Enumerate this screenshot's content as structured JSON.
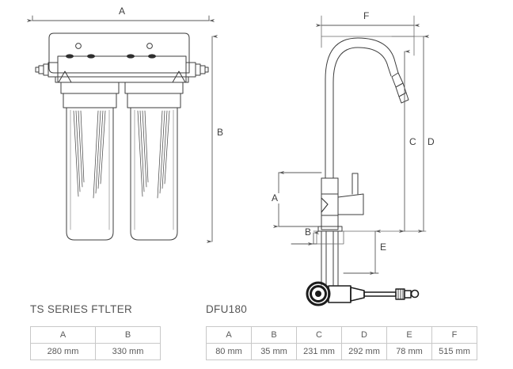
{
  "drawing": {
    "left_product": {
      "caption": "TS SERIES FTLTER",
      "dimension_labels": {
        "A": "A",
        "B": "B"
      },
      "table": {
        "headers": [
          "A",
          "B"
        ],
        "values": [
          "280 mm",
          "330 mm"
        ]
      }
    },
    "right_product": {
      "caption": "DFU180",
      "dimension_labels": {
        "A": "A",
        "B": "B",
        "C": "C",
        "D": "D",
        "E": "E",
        "F": "F"
      },
      "table": {
        "headers": [
          "A",
          "B",
          "C",
          "D",
          "E",
          "F"
        ],
        "values": [
          "80 mm",
          "35 mm",
          "231 mm",
          "292 mm",
          "78 mm",
          "515 mm"
        ]
      }
    }
  },
  "colors": {
    "line": "#3d3d3d",
    "thin_line": "#555555",
    "dim_line": "#5a5a5a",
    "table_border": "#c8c8c8",
    "text": "#555555",
    "background": "#ffffff"
  }
}
